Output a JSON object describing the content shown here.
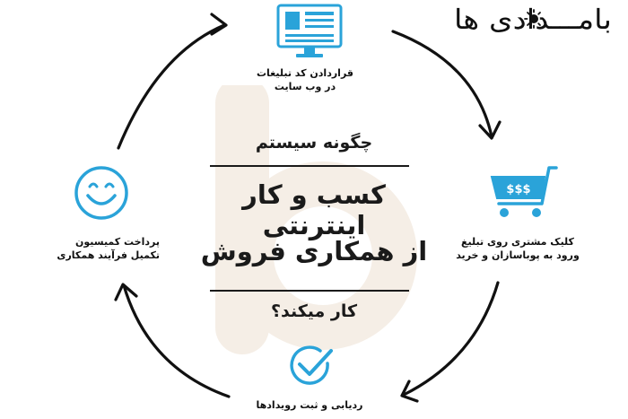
{
  "brand": {
    "logo_text": "بامـــدادی ها"
  },
  "center": {
    "line1": "چگونه سیستم",
    "line2": "کسب و کار اینترنتی",
    "line3": "از همکاری فروش",
    "line4": "کار میکند؟"
  },
  "steps": [
    {
      "icon": "monitor-icon",
      "line1": "قراردادن کد تبلیغات",
      "line2": "در وب سایت"
    },
    {
      "icon": "shopping-cart-icon",
      "cart_text": "$$$",
      "line1": "کلیک مشتری روی تبلیغ",
      "line2": "ورود به پوباسازان و خرید"
    },
    {
      "icon": "checkmark-circle-icon",
      "line1": "ردیابی و ثبت رویدادها"
    },
    {
      "icon": "smiley-icon",
      "line1": "پرداخت کمیسیون",
      "line2": "تکمیل فرآیند همکاری"
    }
  ],
  "colors": {
    "accent": "#2aa3d9",
    "text": "#111111",
    "watermark": "#f3ebe3"
  }
}
